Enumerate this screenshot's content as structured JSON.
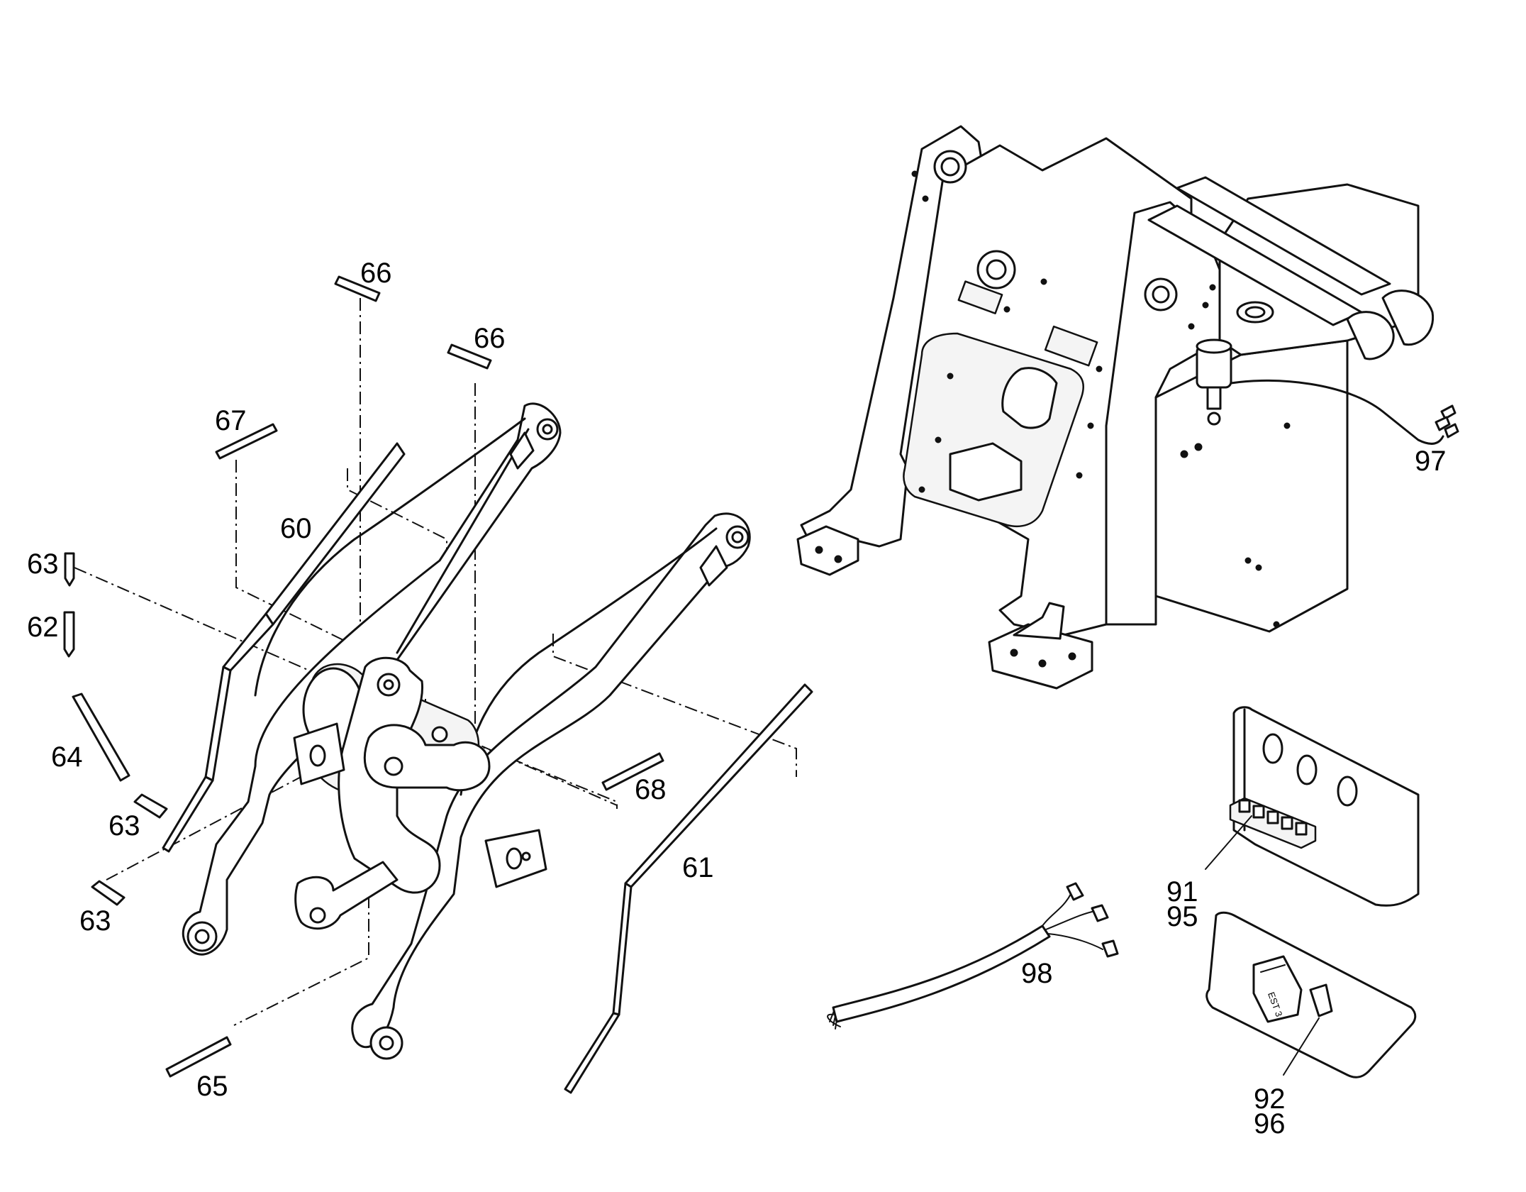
{
  "diagram": {
    "callouts": {
      "c60": "60",
      "c61": "61",
      "c62": "62",
      "c63a": "63",
      "c63b": "63",
      "c63c": "63",
      "c64": "64",
      "c65": "65",
      "c66a": "66",
      "c66b": "66",
      "c67": "67",
      "c68": "68",
      "c91": "91",
      "c95": "95",
      "c92": "92",
      "c96": "96",
      "c97": "97",
      "c98": "98"
    },
    "relay_marking": "EST 3"
  }
}
